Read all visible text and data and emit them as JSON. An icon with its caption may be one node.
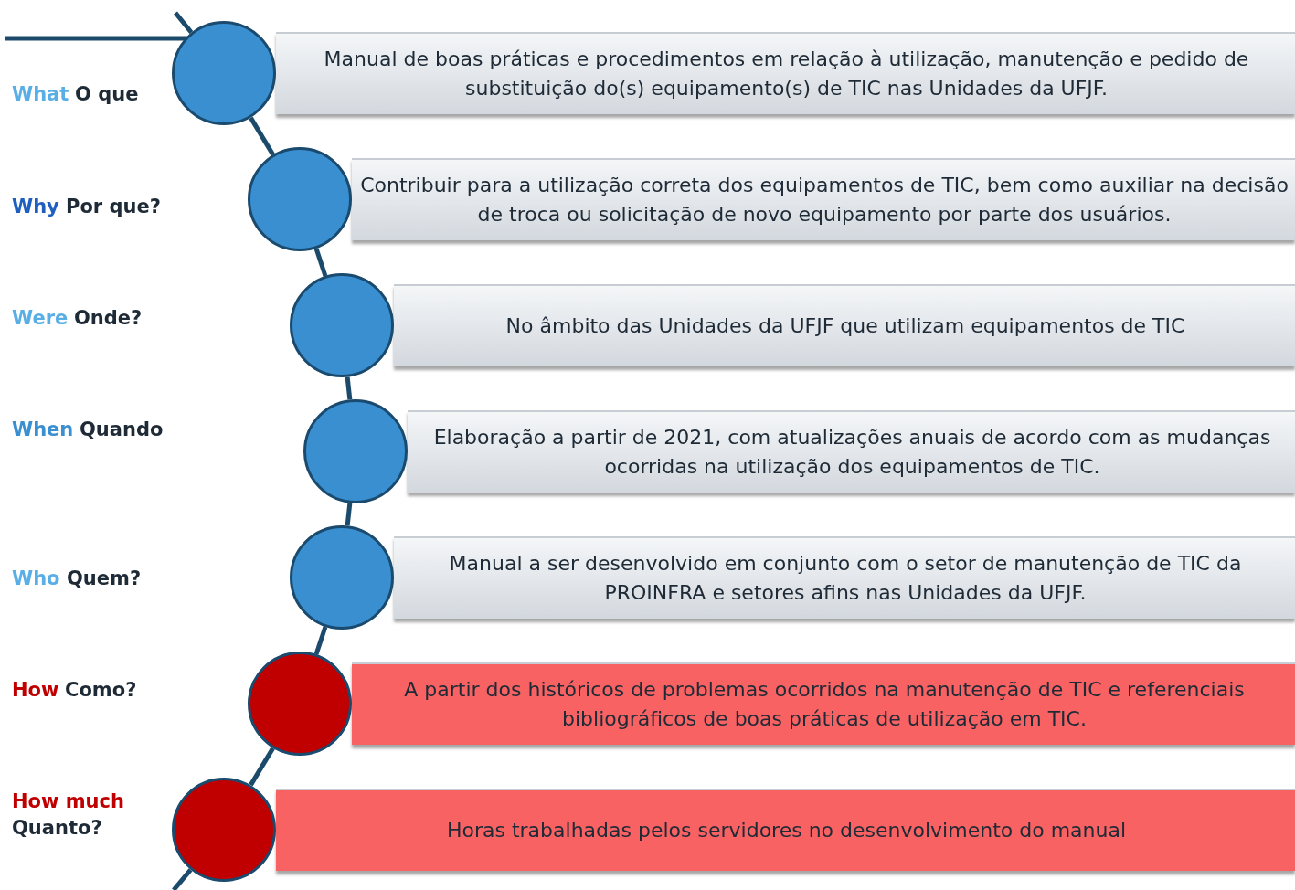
{
  "diagram": {
    "nodes": [
      {
        "text": [],
        "shape": "circle"
      },
      {
        "text": [
          "Manual de boas práticas e procedimentos em relação à utilização, manutenção e pedido de substituição do(s) equipamento(s) de TIC nas Unidades da UFJF."
        ]
      },
      {
        "text": [],
        "shape": "circle"
      },
      {
        "text": [
          "Contribuir para a utilização correta dos equipamentos de TIC, bem como auxiliar na decisão de troca ou solicitação de novo equipamento por parte dos usuários."
        ]
      },
      {
        "text": [],
        "shape": "circle"
      },
      {
        "text": [
          "No âmbito das Unidades da UFJF que utilizam equipamentos de TIC"
        ]
      },
      {
        "text": [],
        "shape": "circle"
      },
      {
        "text": [
          "Elaboração a partir de 2021, com atualizações anuais de acordo com as mudanças ocorridas na utilização dos equipamentos de TIC."
        ]
      },
      {
        "text": [],
        "shape": "circle"
      },
      {
        "text": [
          "Manual a ser desenvolvido em conjunto com o setor de manutenção de TIC da PROINFRA e setores afins nas Unidades da UFJF."
        ]
      },
      {
        "text": [],
        "shape": "circle"
      },
      {
        "text": [
          "A partir dos históricos de problemas ocorridos na manutenção de TIC e referenciais bibliográficos de boas práticas de utilização em TIC."
        ]
      },
      {
        "text": [],
        "shape": "circle"
      },
      {
        "text": [
          "Horas trabalhadas pelos servidores no desenvolvimento do manual"
        ]
      }
    ],
    "edges": [
      {
        "from": null,
        "to": 0,
        "arrow": "none"
      },
      {
        "from": 0,
        "to": 2,
        "arrow": "none"
      },
      {
        "from": 2,
        "to": 4,
        "arrow": "none"
      },
      {
        "from": 4,
        "to": 6,
        "arrow": "none"
      },
      {
        "from": 6,
        "to": 8,
        "arrow": "none"
      },
      {
        "from": 8,
        "to": 10,
        "arrow": "none"
      },
      {
        "from": 10,
        "to": 12,
        "arrow": "none"
      },
      {
        "from": 12,
        "to": null,
        "arrow": "none"
      }
    ],
    "labels": [
      "What",
      "O que",
      "Why",
      "Por que?",
      "Were",
      "Onde?",
      "When",
      "Quando",
      "Who",
      "Quem?",
      "How",
      "Como?",
      "How much",
      "Quanto?"
    ]
  }
}
